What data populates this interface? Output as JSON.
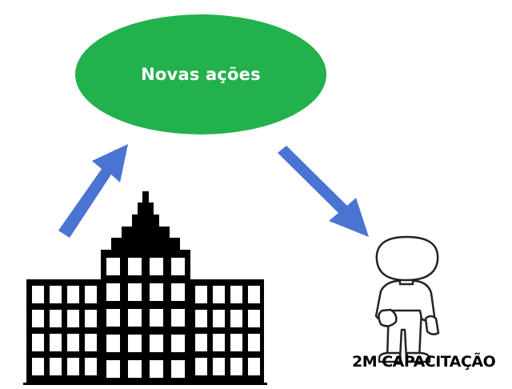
{
  "nodes": {
    "central": {
      "label": "Novas ações",
      "color": "#22b14c",
      "text_color": "#ffffff"
    },
    "person": {
      "caption": "2M CAPACITAÇÃO",
      "icon": "person-icon"
    },
    "buildings": {
      "icon": "buildings-icon"
    }
  },
  "arrows": {
    "color": "#4a74d2",
    "items": [
      {
        "from": "buildings",
        "to": "central",
        "icon": "arrow-up-right-icon"
      },
      {
        "from": "central",
        "to": "person",
        "icon": "arrow-down-right-icon"
      }
    ]
  }
}
